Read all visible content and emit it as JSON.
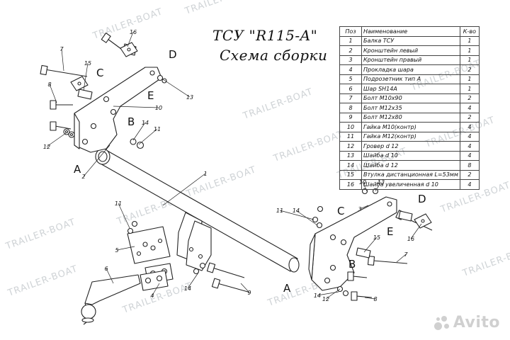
{
  "title": {
    "line1": "ТСУ \"R115-A\"",
    "line2": "Схема сборки"
  },
  "table": {
    "headers": [
      "Поз",
      "Наименование",
      "К-во"
    ],
    "rows": [
      [
        "1",
        "Балка ТСУ",
        "1"
      ],
      [
        "2",
        "Кронштейн левый",
        "1"
      ],
      [
        "3",
        "Кронштейн правый",
        "1"
      ],
      [
        "4",
        "Прокладка шара",
        "2"
      ],
      [
        "5",
        "Подрозетник тип A",
        "1"
      ],
      [
        "6",
        "Шар SH14A",
        "1"
      ],
      [
        "7",
        "Болт M10x90",
        "2"
      ],
      [
        "8",
        "Болт M12x35",
        "4"
      ],
      [
        "9",
        "Болт M12x80",
        "2"
      ],
      [
        "10",
        "Гайка M10(контр)",
        "4"
      ],
      [
        "11",
        "Гайка M12(контр)",
        "4"
      ],
      [
        "12",
        "Гровер d 12",
        "4"
      ],
      [
        "13",
        "Шайба d 10",
        "4"
      ],
      [
        "14",
        "Шайба d 12",
        "8"
      ],
      [
        "15",
        "Втулка дистанционная L=53мм",
        "2"
      ],
      [
        "16",
        "Шайба увеличенная d 10",
        "4"
      ]
    ]
  },
  "watermark": {
    "text": "TRAILER-BOAT"
  },
  "logo": {
    "text": "Avito"
  },
  "callouts": [
    "1",
    "2",
    "3",
    "4",
    "5",
    "6",
    "7",
    "8",
    "9",
    "10",
    "11",
    "12",
    "13",
    "14",
    "15",
    "16"
  ],
  "point_labels": [
    "A",
    "B",
    "C",
    "D",
    "E"
  ],
  "colors": {
    "line": "#222222",
    "fill": "#ffffff",
    "watermark": "#cfd3d6",
    "logo": "#d0d0d0"
  }
}
